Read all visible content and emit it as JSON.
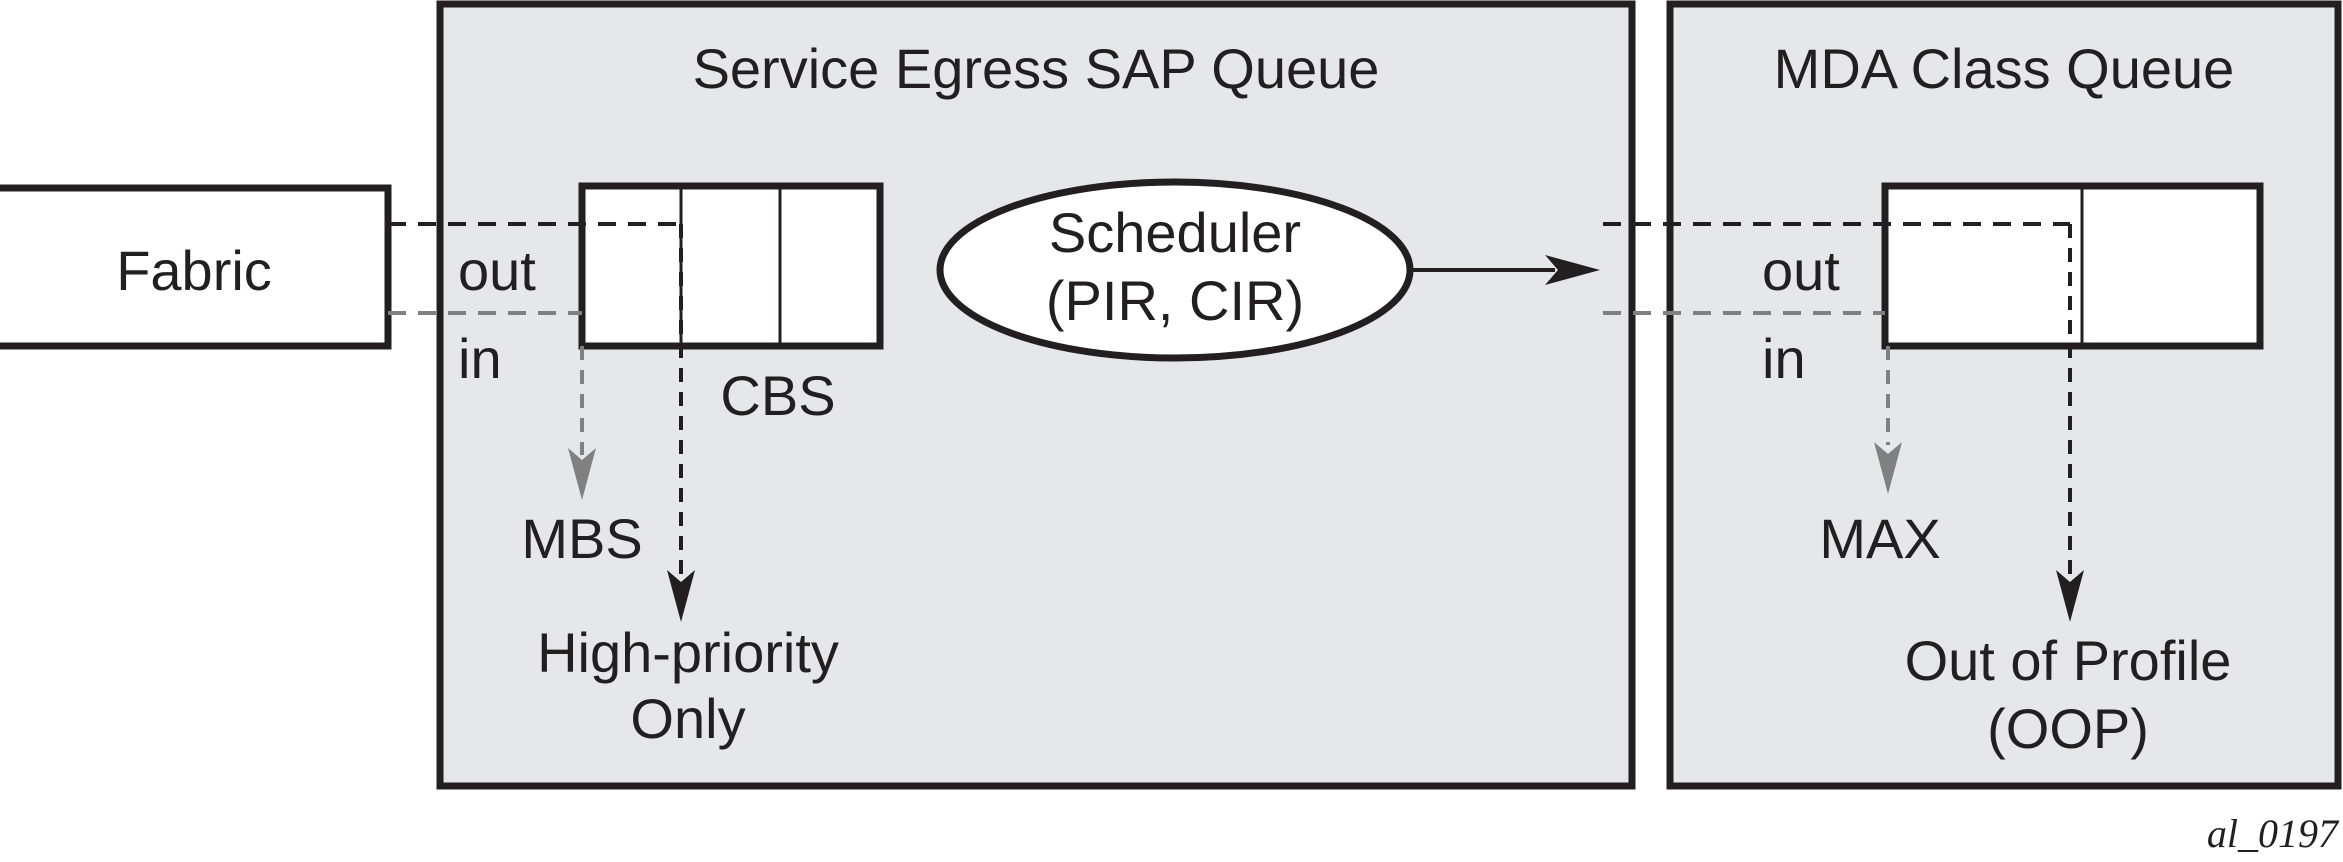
{
  "boxes": {
    "sap_queue_title": "Service Egress SAP Queue",
    "mda_queue_title": "MDA Class Queue"
  },
  "fabric": {
    "label": "Fabric"
  },
  "sap_queue": {
    "out_label": "out",
    "in_label": "in",
    "cbs_label": "CBS",
    "mbs_label": "MBS",
    "high_priority_line1": "High-priority",
    "high_priority_line2": "Only"
  },
  "scheduler": {
    "line1": "Scheduler",
    "line2": "(PIR, CIR)"
  },
  "mda_queue": {
    "out_label": "out",
    "in_label": "in",
    "max_label": "MAX",
    "oop_line1": "Out of Profile",
    "oop_line2": "(OOP)"
  },
  "figure_id": "al_0197",
  "colors": {
    "box_fill": "#e6e7e8",
    "stroke": "#231f20",
    "gray_line": "#808080"
  }
}
